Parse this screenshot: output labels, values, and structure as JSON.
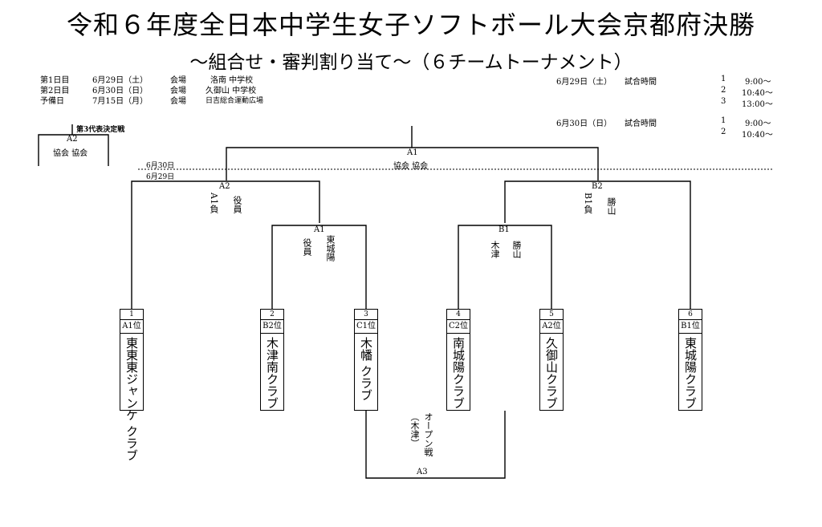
{
  "title": "令和６年度全日本中学生女子ソフトボール大会京都府決勝",
  "subtitle": "〜組合せ・審判割り当て〜（６チームトーナメント）",
  "schedule": [
    {
      "day": "第1日目",
      "date": "6月29日（土）",
      "venue_label": "会場",
      "venue": "洛南 中学校"
    },
    {
      "day": "第2日目",
      "date": "6月30日（日）",
      "venue_label": "会場",
      "venue": "久御山 中学校"
    },
    {
      "day": "予備日",
      "date": "7月15日（月）",
      "venue_label": "会場",
      "venue": "日吉総合運動広場"
    }
  ],
  "times_day1": {
    "date": "6月29日（土）",
    "label": "試合時間",
    "rows": [
      {
        "n": "1",
        "t": "9:00〜"
      },
      {
        "n": "2",
        "t": "10:40〜"
      },
      {
        "n": "3",
        "t": "13:00〜"
      }
    ]
  },
  "times_day2": {
    "date": "6月30日（日）",
    "label": "試合時間",
    "rows": [
      {
        "n": "1",
        "t": "9:00〜"
      },
      {
        "n": "2",
        "t": "10:40〜"
      }
    ]
  },
  "third_place": {
    "label": "第3代表決定戦",
    "code": "A2",
    "umpires": "協会 協会"
  },
  "final": {
    "code": "A1",
    "umpires": "協会 協会"
  },
  "date_labels": {
    "d30": "6月30日",
    "d29": "6月29日"
  },
  "semi_left": {
    "code": "A2",
    "umpire_a": "A1負",
    "umpire_b": "役員"
  },
  "semi_right": {
    "code": "B2",
    "umpire_a": "B1負",
    "umpire_b": "勝山"
  },
  "q_left": {
    "code": "A1",
    "umpire_a": "役員",
    "umpire_b": "東城陽"
  },
  "q_right": {
    "code": "B1",
    "umpire_a": "木津",
    "umpire_b": "勝山"
  },
  "open_match": {
    "label": "オープン戦",
    "sub": "（木津）",
    "code": "A3"
  },
  "teams": [
    {
      "num": "1",
      "seed": "A1位",
      "name": "東東東ジャンケ クラブ"
    },
    {
      "num": "2",
      "seed": "B2位",
      "name": "木津南クラブ"
    },
    {
      "num": "3",
      "seed": "C1位",
      "name": "木幡 クラブ"
    },
    {
      "num": "4",
      "seed": "C2位",
      "name": "南城陽クラブ"
    },
    {
      "num": "5",
      "seed": "A2位",
      "name": "久御山クラブ"
    },
    {
      "num": "6",
      "seed": "B1位",
      "name": "東城陽クラブ"
    }
  ]
}
